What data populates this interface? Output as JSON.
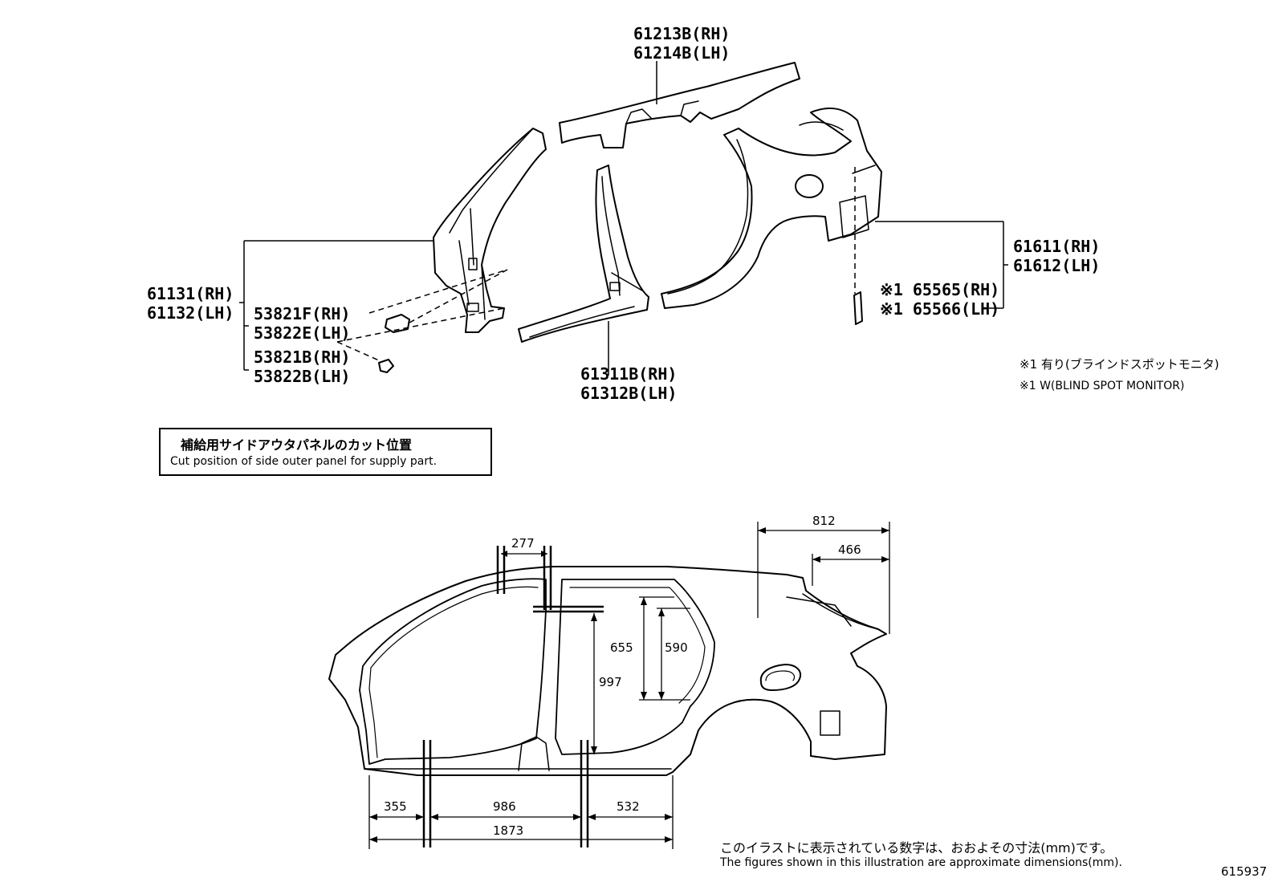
{
  "parts": {
    "roof_side_rh": "61213B(RH)",
    "roof_side_lh": "61214B(LH)",
    "front_pillar_rh": "61131(RH)",
    "front_pillar_lh": "61132(LH)",
    "bracket_f_rh": "53821F(RH)",
    "bracket_e_lh": "53822E(LH)",
    "bracket_b_rh": "53821B(RH)",
    "bracket_b_lh": "53822B(LH)",
    "center_pillar_rh": "61311B(RH)",
    "center_pillar_lh": "61312B(LH)",
    "quarter_panel_rh": "61611(RH)",
    "quarter_panel_lh": "61612(LH)",
    "bsm_rh": "※1 65565(RH)",
    "bsm_lh": "※1 65566(LH)"
  },
  "footnote": {
    "jp": "※1 有り(ブラインドスポットモニタ)",
    "en": "※1 W(BLIND SPOT MONITOR)"
  },
  "cut_box": {
    "jp": "補給用サイドアウタパネルのカット位置",
    "en": "Cut position of side outer panel for supply part."
  },
  "dimensions": {
    "d277": "277",
    "d812": "812",
    "d466": "466",
    "d655": "655",
    "d590": "590",
    "d997": "997",
    "d355": "355",
    "d986": "986",
    "d532": "532",
    "d1873": "1873"
  },
  "footer": {
    "jp": "このイラストに表示されている数字は、おおよその寸法(mm)です。",
    "en": "The figures shown in this illustration are approximate dimensions(mm)."
  },
  "figure_id": "615937"
}
